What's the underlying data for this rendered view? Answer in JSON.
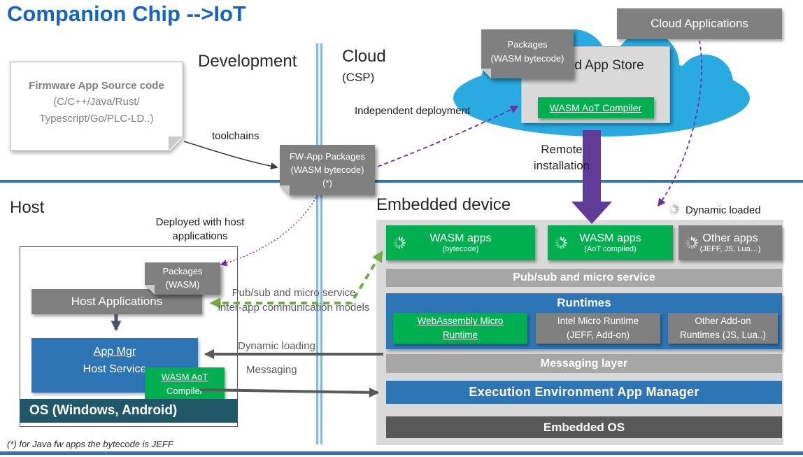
{
  "title": "Companion Chip -->IoT",
  "labels": {
    "development": "Development",
    "cloud": "Cloud",
    "csp": "(CSP)",
    "host": "Host",
    "embedded_device": "Embedded device",
    "toolchains": "toolchains",
    "independent_deployment": "Independent deployment",
    "remote_line1": "Remote",
    "remote_line2": "installation",
    "deployed_line1": "Deployed with host",
    "deployed_line2": "applications",
    "pubsub_line1": "Pub/sub and micro service",
    "pubsub_line2": "inter-app communication models",
    "dynamic_loading": "Dynamic loading",
    "messaging": "Messaging",
    "dynamic_loaded": "Dynamic loaded",
    "footnote": "(*) for Java fw apps the bytecode is JEFF"
  },
  "development": {
    "firmware_box": {
      "title": "Firmware App Source code",
      "line2": "(C/C++/Java/Rust/",
      "line3": "Typescript/Go/PLC-LD..)"
    },
    "fw_packages_note": {
      "line1": "FW-App Packages",
      "line2": "(WASM bytecode)",
      "line3": "(*)"
    }
  },
  "cloud": {
    "packages_note": {
      "line1": "Packages",
      "line2": "(WASM bytecode)"
    },
    "cloud_applications": "Cloud Applications",
    "cloud_app_store": "Cloud App Store",
    "wasm_aot_compiler": "WASM AoT Compiler"
  },
  "host": {
    "packages_note": {
      "line1": "Packages",
      "line2": "(WASM)"
    },
    "host_applications": "Host Applications",
    "app_mgr_line1": "App Mgr",
    "app_mgr_line2": "Host Service",
    "compiler_line1": "WASM AoT",
    "compiler_line2": "Compiler",
    "os_bar": "OS (Windows, Android)"
  },
  "embedded": {
    "apps": [
      {
        "title": "WASM apps",
        "subtitle": "(bytecode)"
      },
      {
        "title": "WASM apps",
        "subtitle": "(AoT compiled)"
      },
      {
        "title": "Other apps",
        "subtitle": "(JEFF, JS, Lua…)"
      }
    ],
    "pubsub_bar": "Pub/sub and micro service",
    "runtimes_title": "Runtimes",
    "runtimes": [
      {
        "line1": "WebAssembly Micro",
        "line2": "Runtime"
      },
      {
        "line1": "Intel Micro Runtime",
        "line2": "(JEFF, Add-on)"
      },
      {
        "line1": "Other Add-on",
        "line2": "Runtimes (JS, Lua..)"
      }
    ],
    "messaging_layer": "Messaging layer",
    "exec_env": "Execution Environment App Manager",
    "embedded_os": "Embedded OS"
  },
  "colors": {
    "title_blue": "#1565C0",
    "box_green": "#00B050",
    "box_blue": "#2E75B6",
    "box_gray": "#808080",
    "container_gray": "#D9D9D9",
    "bar_gray": "#A6A6A6",
    "dark_gray": "#595959",
    "os_teal": "#215868",
    "cloud_blue": "#29ABE2",
    "arrow_purple": "#7030A0",
    "arrow_green": "#70AD47"
  }
}
